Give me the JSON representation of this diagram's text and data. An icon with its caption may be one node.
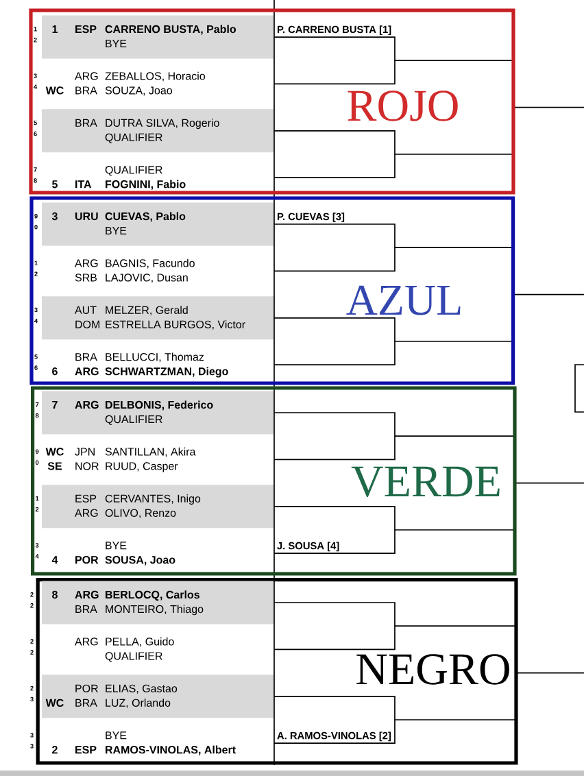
{
  "diagram": {
    "nodes": [
      {
        "text": [
          "ROJO"
        ]
      },
      {
        "text": [
          "1",
          "ESP",
          "CARRENO BUSTA, Pablo",
          "BYE"
        ],
        "in": 0,
        "beside": [
          "1",
          "2",
          "P. CARRENO BUSTA [1]"
        ]
      },
      {
        "text": [
          "BRA",
          "DUTRA SILVA, Rogerio",
          "QUALIFIER"
        ],
        "in": 0,
        "beside": [
          "5",
          "6"
        ]
      },
      {
        "text": [
          "AZUL"
        ]
      },
      {
        "text": [
          "3",
          "URU",
          "CUEVAS, Pablo",
          "BYE"
        ],
        "in": 3,
        "beside": [
          "9",
          "0",
          "P. CUEVAS [3]"
        ]
      },
      {
        "text": [
          "AUT",
          "MELZER, Gerald",
          "DOM",
          "ESTRELLA BURGOS, Victor"
        ],
        "in": 3,
        "beside": [
          "3",
          "4"
        ]
      },
      {
        "text": [
          "VERDE"
        ]
      },
      {
        "text": [
          "7",
          "ARG",
          "DELBONIS, Federico",
          "QUALIFIER"
        ],
        "in": 6,
        "beside": [
          "7",
          "8"
        ]
      },
      {
        "text": [
          "ESP",
          "CERVANTES, Inigo",
          "ARG",
          "OLIVO, Renzo"
        ],
        "in": 6,
        "beside": [
          "1",
          "2"
        ]
      },
      {
        "text": [
          "NEGRO"
        ]
      },
      {
        "text": [
          "8",
          "ARG",
          "BERLOCQ, Carlos",
          "BRA",
          "MONTEIRO, Thiago"
        ],
        "in": 9,
        "beside": [
          "2",
          "2"
        ]
      },
      {
        "text": [
          "POR",
          "ELIAS, Gastao",
          "WC",
          "BRA",
          "LUZ, Orlando"
        ],
        "in": 9,
        "beside": [
          "2",
          "3"
        ]
      }
    ],
    "labels": [
      "3",
      "ARG",
      "ZEBALLOS, Horacio",
      "4",
      "WC",
      "BRA",
      "SOUZA, Joao",
      "7",
      "QUALIFIER",
      "8",
      "5",
      "ITA",
      "FOGNINI, Fabio",
      "1",
      "ARG",
      "BAGNIS, Facundo",
      "2",
      "SRB",
      "LAJOVIC, Dusan",
      "5",
      "BRA",
      "BELLUCCI, Thomaz",
      "6",
      "6",
      "ARG",
      "SCHWARTZMAN, Diego",
      "9",
      "WC",
      "JPN",
      "SANTILLAN, Akira",
      "0",
      "SE",
      "NOR",
      "RUUD, Casper",
      "3",
      "BYE",
      "J. SOUSA [4]",
      "4",
      "4",
      "POR",
      "SOUSA, Joao",
      "2",
      "ARG",
      "PELLA, Guido",
      "2",
      "QUALIFIER",
      "3",
      "BYE",
      "A. RAMOS-VINOLAS [2]",
      "3",
      "2",
      "ESP",
      "RAMOS-VINOLAS, Albert"
    ]
  }
}
